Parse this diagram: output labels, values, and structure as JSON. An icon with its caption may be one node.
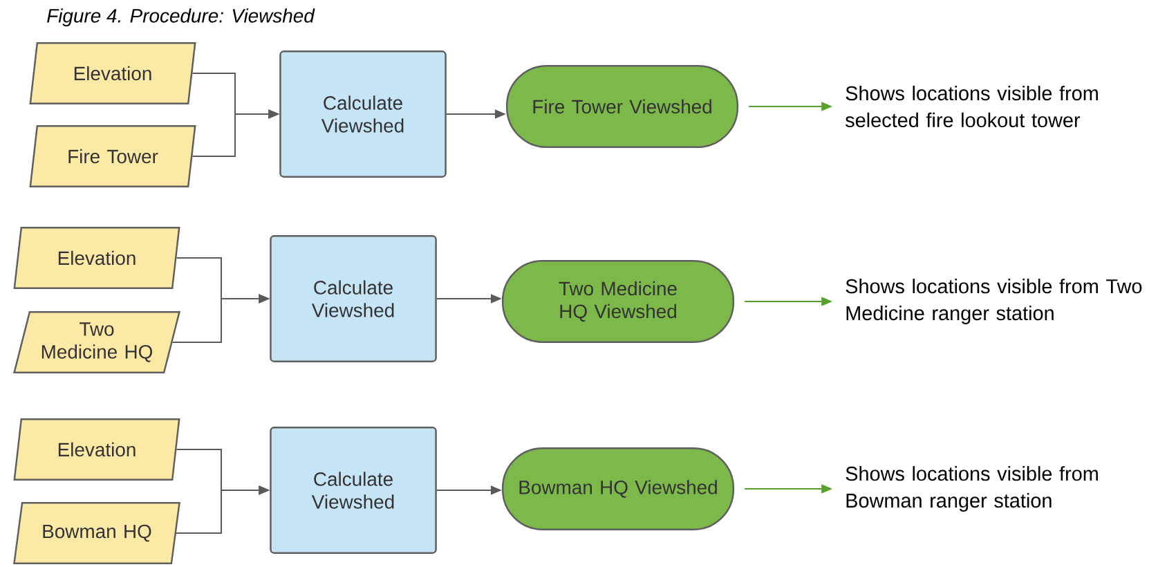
{
  "diagram": {
    "title": "Figure 4. Procedure: Viewshed",
    "nodes": [
      {
        "text": [
          "Elevation"
        ]
      },
      {
        "text": [
          "Fire Tower"
        ]
      },
      {
        "text": [
          "Calculate Viewshed"
        ]
      },
      {
        "text": [
          "Fire Tower Viewshed"
        ]
      },
      {
        "text": [
          "Shows locations visible from selected fire lookout tower"
        ]
      },
      {
        "text": [
          "Elevation"
        ]
      },
      {
        "text": [
          "Two Medicine HQ"
        ]
      },
      {
        "text": [
          "Calculate Viewshed"
        ]
      },
      {
        "text": [
          "Two Medicine HQ Viewshed"
        ]
      },
      {
        "text": [
          "Shows locations visible from Two Medicine ranger station"
        ]
      },
      {
        "text": [
          "Elevation"
        ]
      },
      {
        "text": [
          "Bowman HQ"
        ]
      },
      {
        "text": [
          "Calculate Viewshed"
        ]
      },
      {
        "text": [
          "Bowman HQ Viewshed"
        ]
      },
      {
        "text": [
          "Shows locations visible from Bowman ranger station"
        ]
      }
    ],
    "edges": [
      {
        "from": 0,
        "to": 2,
        "arrow": "to"
      },
      {
        "from": 1,
        "to": 2,
        "arrow": "to"
      },
      {
        "from": 2,
        "to": 3,
        "arrow": "to"
      },
      {
        "from": 3,
        "to": 4,
        "arrow": "to",
        "color": "#5aa02c"
      },
      {
        "from": 5,
        "to": 7,
        "arrow": "to"
      },
      {
        "from": 6,
        "to": 7,
        "arrow": "to"
      },
      {
        "from": 7,
        "to": 8,
        "arrow": "to"
      },
      {
        "from": 8,
        "to": 9,
        "arrow": "to",
        "color": "#5aa02c"
      },
      {
        "from": 10,
        "to": 12,
        "arrow": "to"
      },
      {
        "from": 11,
        "to": 12,
        "arrow": "to"
      },
      {
        "from": 12,
        "to": 13,
        "arrow": "to"
      },
      {
        "from": 13,
        "to": 14,
        "arrow": "to",
        "color": "#5aa02c"
      }
    ]
  }
}
